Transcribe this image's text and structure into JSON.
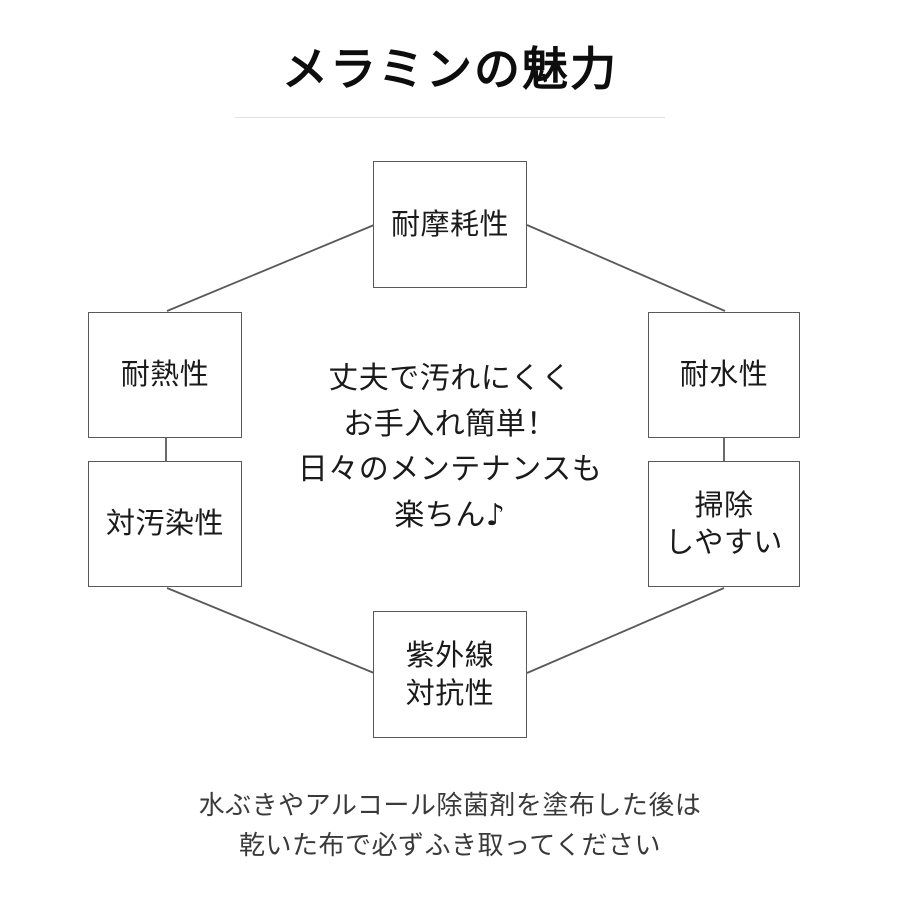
{
  "page": {
    "title": "メラミンの魅力",
    "background_color": "#ffffff",
    "text_color": "#1a1a1a",
    "border_color": "#595959",
    "divider_color": "#e2e2e2"
  },
  "diagram": {
    "type": "hexagon-feature-map",
    "center_copy": "丈夫で汚れにくく\nお手入れ簡単！\n日々のメンテナンスも\n楽ちん♪",
    "nodes": [
      {
        "id": "abrasion",
        "label": "耐摩耗性",
        "position": "top"
      },
      {
        "id": "heat",
        "label": "耐熱性",
        "position": "left-upper"
      },
      {
        "id": "stain",
        "label": "対汚染性",
        "position": "left-lower"
      },
      {
        "id": "water",
        "label": "耐水性",
        "position": "right-upper"
      },
      {
        "id": "cleaning",
        "label": "掃除\nしやすい",
        "position": "right-lower"
      },
      {
        "id": "uv",
        "label": "紫外線\n対抗性",
        "position": "bottom"
      }
    ],
    "connectors": [
      {
        "from": "abrasion",
        "to": "heat",
        "style": "diagonal"
      },
      {
        "from": "abrasion",
        "to": "water",
        "style": "diagonal"
      },
      {
        "from": "heat",
        "to": "stain",
        "style": "vertical"
      },
      {
        "from": "water",
        "to": "cleaning",
        "style": "vertical"
      },
      {
        "from": "stain",
        "to": "uv",
        "style": "diagonal"
      },
      {
        "from": "cleaning",
        "to": "uv",
        "style": "diagonal"
      }
    ]
  },
  "footnote": "水ぶきやアルコール除菌剤を塗布した後は\n乾いた布で必ずふき取ってください"
}
